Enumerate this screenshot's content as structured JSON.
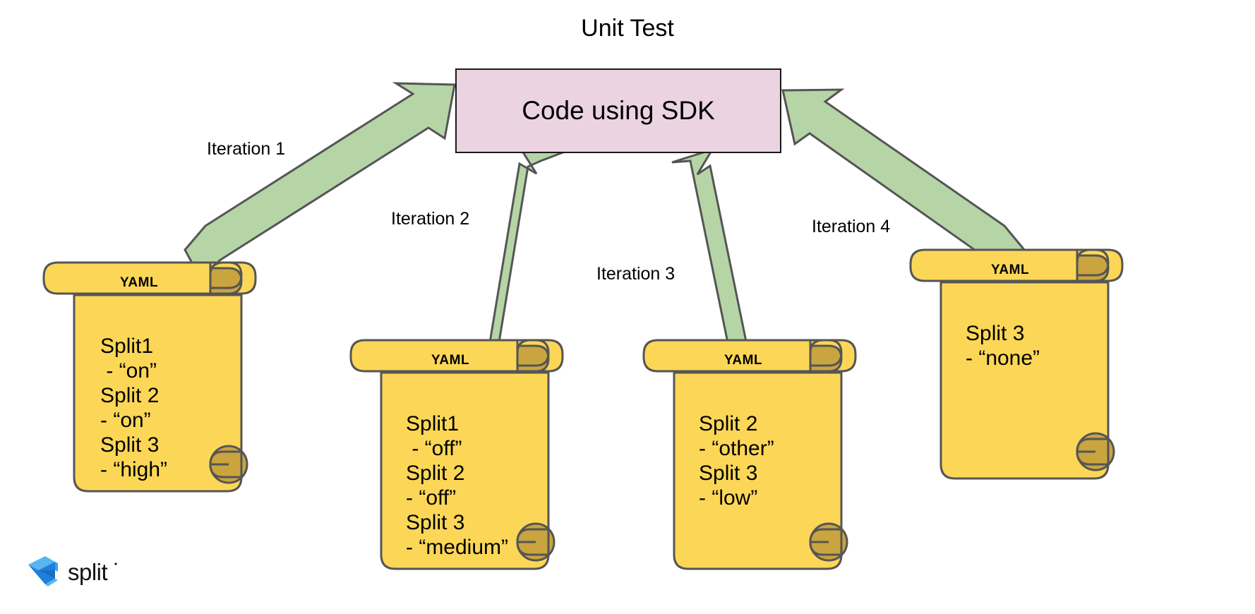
{
  "diagram": {
    "title": "Unit Test",
    "type": "flow-diagram",
    "background_color": "#ffffff"
  },
  "central_node": {
    "label": "Code using SDK",
    "fill_color": "#EBD3E1",
    "stroke_color": "#1a1a1a"
  },
  "arrows": {
    "fill_color": "#B5D5A7",
    "stroke_color": "#555555",
    "direction": "toward-central-node",
    "items": [
      {
        "label": "Iteration 1",
        "from": "yaml-doc-1",
        "to": "central_node"
      },
      {
        "label": "Iteration 2",
        "from": "yaml-doc-2",
        "to": "central_node"
      },
      {
        "label": "Iteration 3",
        "from": "yaml-doc-3",
        "to": "central_node"
      },
      {
        "label": "Iteration 4",
        "from": "yaml-doc-4",
        "to": "central_node"
      }
    ]
  },
  "yaml_documents": [
    {
      "title": "YAML",
      "lines": [
        "Split1",
        " - “on”",
        "Split 2",
        "- “on”",
        "Split 3",
        "- “high”"
      ],
      "text": "Split1\n - “on”\nSplit 2\n- “on”\nSplit 3\n- “high”",
      "fill_color": "#FCD757",
      "curl_color": "#C9A43F",
      "stroke_color": "#555555"
    },
    {
      "title": "YAML",
      "lines": [
        "Split1",
        " - “off”",
        "Split 2",
        "- “off”",
        "Split 3",
        "- “medium”"
      ],
      "text": "Split1\n - “off”\nSplit 2\n- “off”\nSplit 3\n- “medium”",
      "fill_color": "#FCD757",
      "curl_color": "#C9A43F",
      "stroke_color": "#555555"
    },
    {
      "title": "YAML",
      "lines": [
        "Split 2",
        "- “other”",
        "Split 3",
        "- “low”"
      ],
      "text": "Split 2\n- “other”\nSplit 3\n- “low”",
      "fill_color": "#FCD757",
      "curl_color": "#C9A43F",
      "stroke_color": "#555555"
    },
    {
      "title": "YAML",
      "lines": [
        "Split 3",
        "- “none”"
      ],
      "text": "Split 3\n- “none”",
      "fill_color": "#FCD757",
      "curl_color": "#C9A43F",
      "stroke_color": "#555555"
    }
  ],
  "logo": {
    "wordmark": "split",
    "mark_color_dark": "#1F7FDB",
    "mark_color_light": "#57B6F0",
    "wordmark_color": "#111111"
  }
}
